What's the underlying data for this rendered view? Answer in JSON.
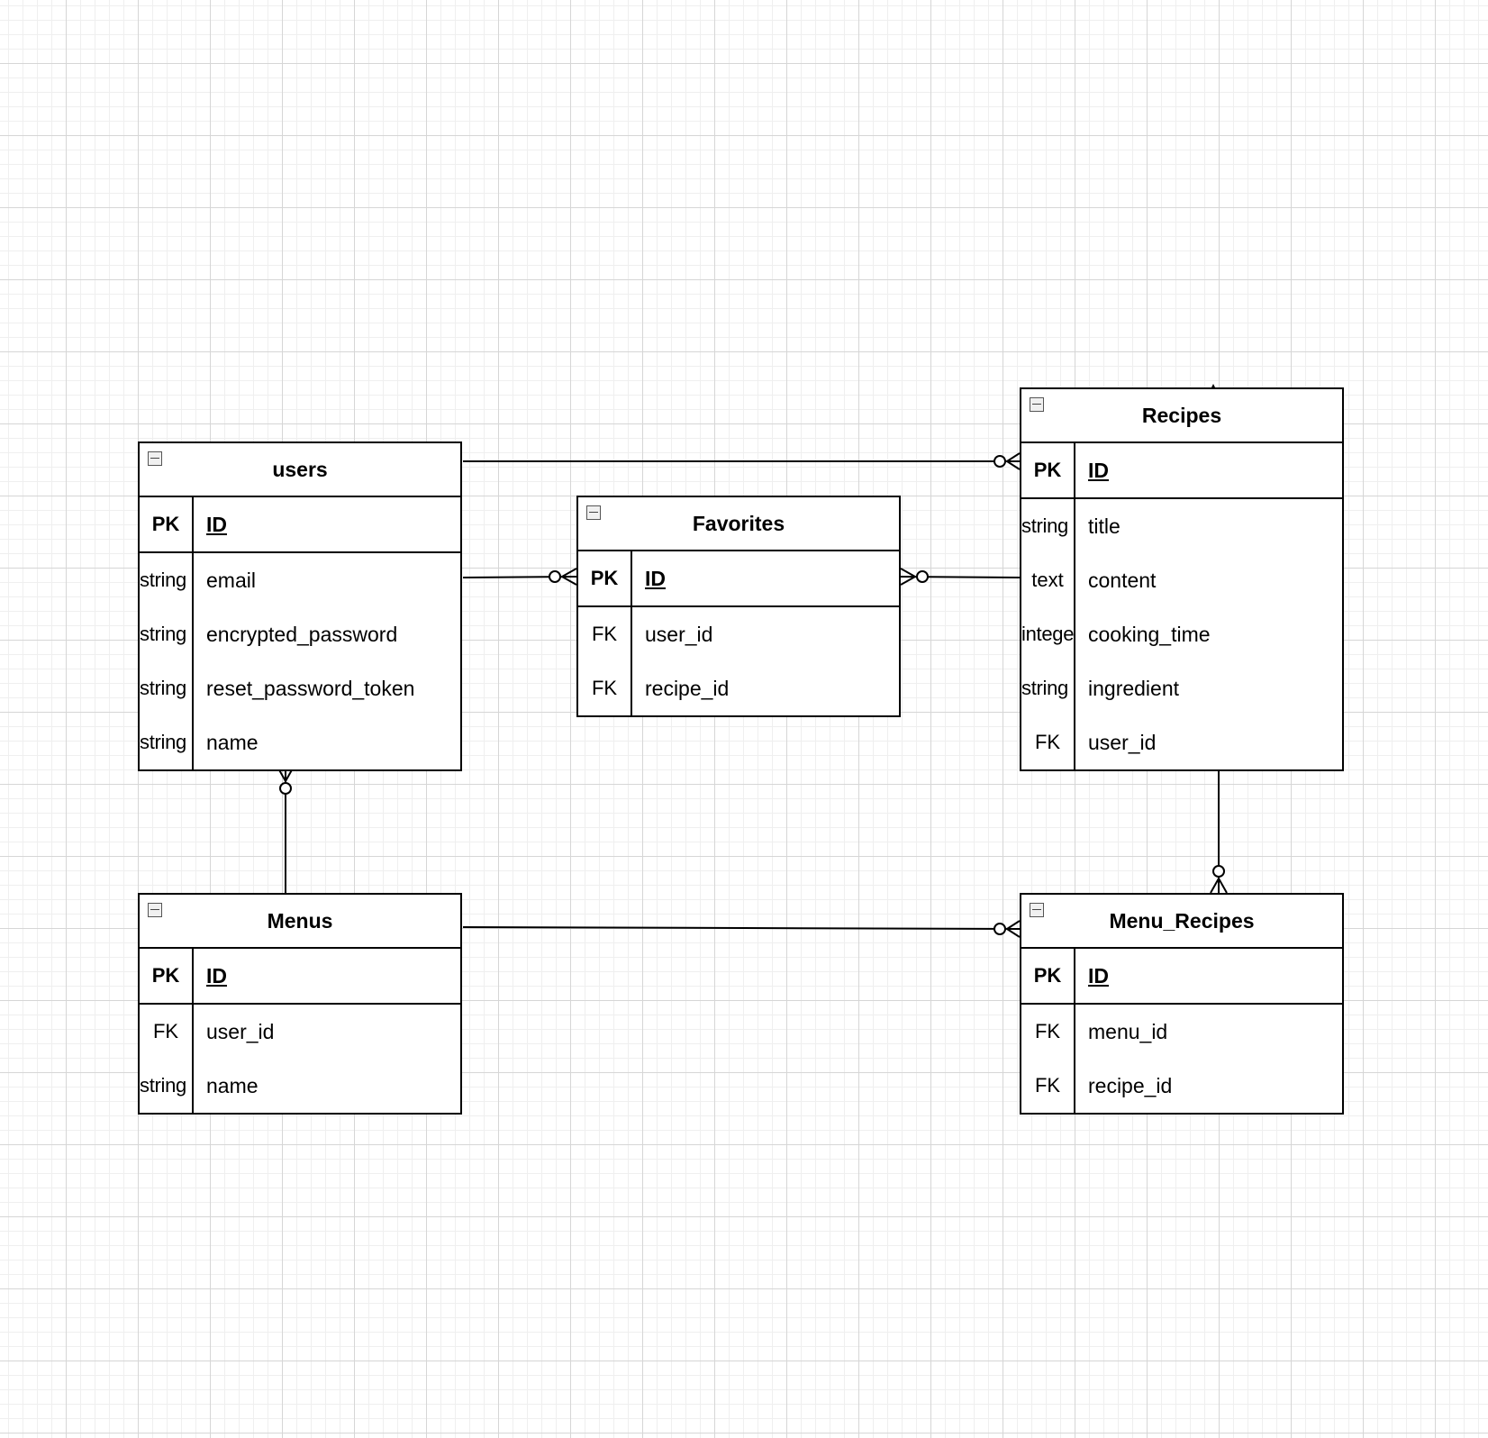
{
  "entities": {
    "users": {
      "title": "users",
      "pk": {
        "key": "PK",
        "field": "ID"
      },
      "fields": [
        {
          "key": "string",
          "field": "email"
        },
        {
          "key": "string",
          "field": "encrypted_password"
        },
        {
          "key": "string",
          "field": "reset_password_token"
        },
        {
          "key": "string",
          "field": "name"
        }
      ]
    },
    "favorites": {
      "title": "Favorites",
      "pk": {
        "key": "PK",
        "field": "ID"
      },
      "fields": [
        {
          "key": "FK",
          "field": "user_id"
        },
        {
          "key": "FK",
          "field": "recipe_id"
        }
      ]
    },
    "recipes": {
      "title": "Recipes",
      "pk": {
        "key": "PK",
        "field": "ID"
      },
      "fields": [
        {
          "key": "string",
          "field": "title"
        },
        {
          "key": "text",
          "field": "content"
        },
        {
          "key": "integer",
          "field": "cooking_time"
        },
        {
          "key": "string",
          "field": "ingredient"
        },
        {
          "key": "FK",
          "field": "user_id"
        }
      ]
    },
    "menus": {
      "title": "Menus",
      "pk": {
        "key": "PK",
        "field": "ID"
      },
      "fields": [
        {
          "key": "FK",
          "field": "user_id"
        },
        {
          "key": "string",
          "field": "name"
        }
      ]
    },
    "menu_recipes": {
      "title": "Menu_Recipes",
      "pk": {
        "key": "PK",
        "field": "ID"
      },
      "fields": [
        {
          "key": "FK",
          "field": "menu_id"
        },
        {
          "key": "FK",
          "field": "recipe_id"
        }
      ]
    }
  },
  "relationships": [
    {
      "from": "users",
      "to": "recipes",
      "to_cardinality": "zero-or-many"
    },
    {
      "from": "users",
      "to": "favorites",
      "to_cardinality": "zero-or-many"
    },
    {
      "from": "recipes",
      "to": "favorites",
      "to_cardinality": "zero-or-many"
    },
    {
      "from": "menus",
      "to": "users",
      "to_cardinality": "zero-or-many"
    },
    {
      "from": "menus",
      "to": "menu_recipes",
      "to_cardinality": "zero-or-many"
    },
    {
      "from": "recipes",
      "to": "menu_recipes",
      "to_cardinality": "zero-or-many"
    }
  ],
  "colors": {
    "stroke": "#000000",
    "grid": "#d6d6d6",
    "background": "#ffffff"
  }
}
